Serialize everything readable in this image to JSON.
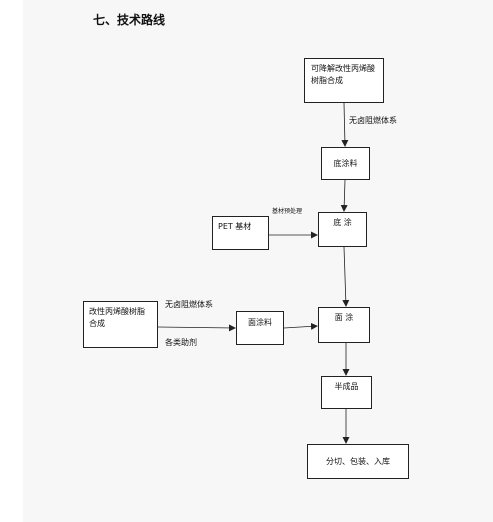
{
  "heading": "七、技术路线",
  "boxes": {
    "resin_synthesis": "可降解改性丙烯酸树脂合成",
    "base_coat_material": "底涂料",
    "pet_substrate": "PET 基材",
    "base_coating": "底 涂",
    "modified_resin_synthesis": "改性丙烯酸树脂合成",
    "top_coat_material": "面涂料",
    "top_coating": "面 涂",
    "semi_finished": "半成品",
    "final_steps": "分切、包装、入库"
  },
  "labels": {
    "halogen_free_1": "无卤阻燃体系",
    "substrate_pretreat": "基材预处理",
    "halogen_free_2": "无卤阻燃体系",
    "additives": "各类助剂"
  },
  "colors": {
    "line": "#222222",
    "page_bg": "#f7f7f7"
  }
}
